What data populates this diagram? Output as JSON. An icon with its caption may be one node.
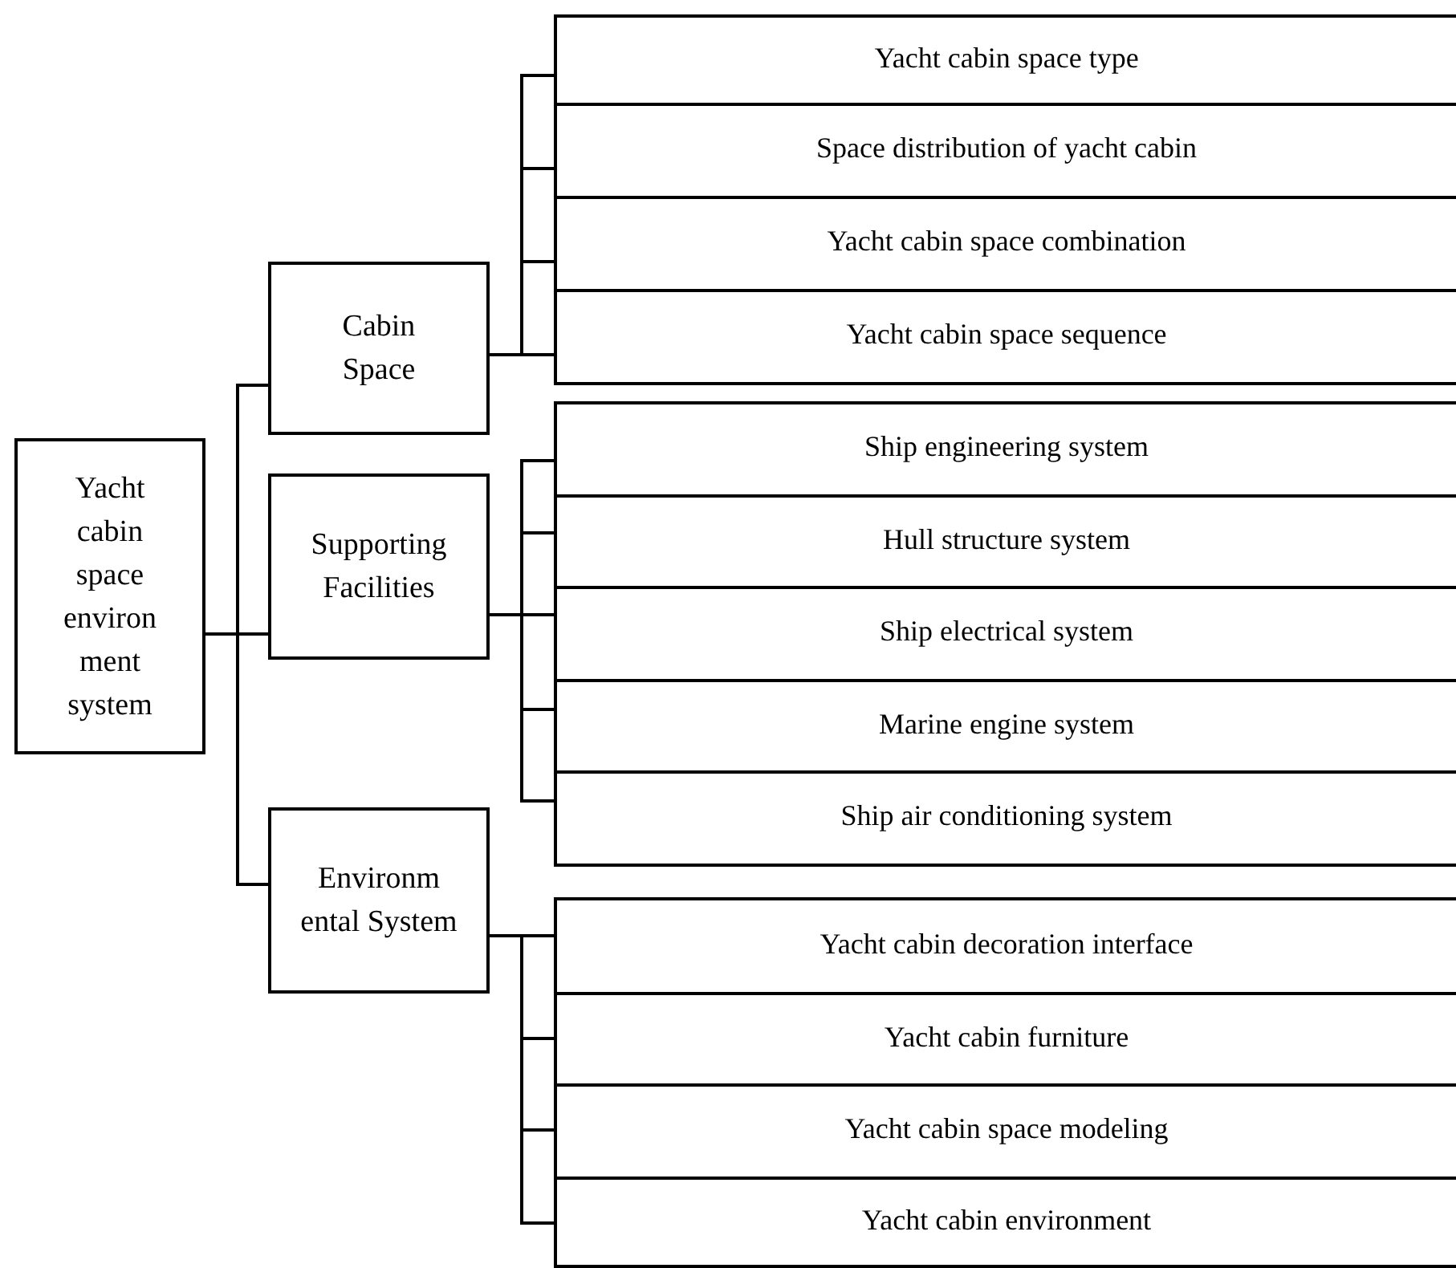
{
  "diagram": {
    "nodes": [
      {
        "text": [
          "Yacht cabin space environ ment system"
        ]
      },
      {
        "text": [
          "Cabin Space"
        ]
      },
      {
        "text": [
          "Yacht cabin space type"
        ]
      },
      {
        "text": [
          "Space distribution of yacht cabin"
        ]
      },
      {
        "text": [
          "Yacht cabin space combination"
        ]
      },
      {
        "text": [
          "Yacht cabin space sequence"
        ]
      },
      {
        "text": [
          "Supporting Facilities"
        ]
      },
      {
        "text": [
          "Ship engineering system"
        ]
      },
      {
        "text": [
          "Hull structure system"
        ]
      },
      {
        "text": [
          "Ship electrical system"
        ]
      },
      {
        "text": [
          "Marine engine system"
        ]
      },
      {
        "text": [
          "Ship air conditioning system"
        ]
      },
      {
        "text": [
          "Environm ental System"
        ]
      },
      {
        "text": [
          "Yacht cabin decoration interface"
        ]
      },
      {
        "text": [
          "Yacht cabin furniture"
        ]
      },
      {
        "text": [
          "Yacht cabin space modeling"
        ]
      },
      {
        "text": [
          "Yacht cabin environment"
        ]
      }
    ],
    "edges": [
      {
        "from": 0,
        "to": 1,
        "arrow": "none"
      },
      {
        "from": 0,
        "to": 6,
        "arrow": "none"
      },
      {
        "from": 0,
        "to": 12,
        "arrow": "none"
      },
      {
        "from": 1,
        "to": 2,
        "arrow": "none"
      },
      {
        "from": 1,
        "to": 3,
        "arrow": "none"
      },
      {
        "from": 1,
        "to": 4,
        "arrow": "none"
      },
      {
        "from": 1,
        "to": 5,
        "arrow": "none"
      },
      {
        "from": 6,
        "to": 7,
        "arrow": "none"
      },
      {
        "from": 6,
        "to": 8,
        "arrow": "none"
      },
      {
        "from": 6,
        "to": 9,
        "arrow": "none"
      },
      {
        "from": 6,
        "to": 10,
        "arrow": "none"
      },
      {
        "from": 6,
        "to": 11,
        "arrow": "none"
      },
      {
        "from": 12,
        "to": 13,
        "arrow": "none"
      },
      {
        "from": 12,
        "to": 14,
        "arrow": "none"
      },
      {
        "from": 12,
        "to": 15,
        "arrow": "none"
      },
      {
        "from": 12,
        "to": 16,
        "arrow": "none"
      }
    ]
  }
}
